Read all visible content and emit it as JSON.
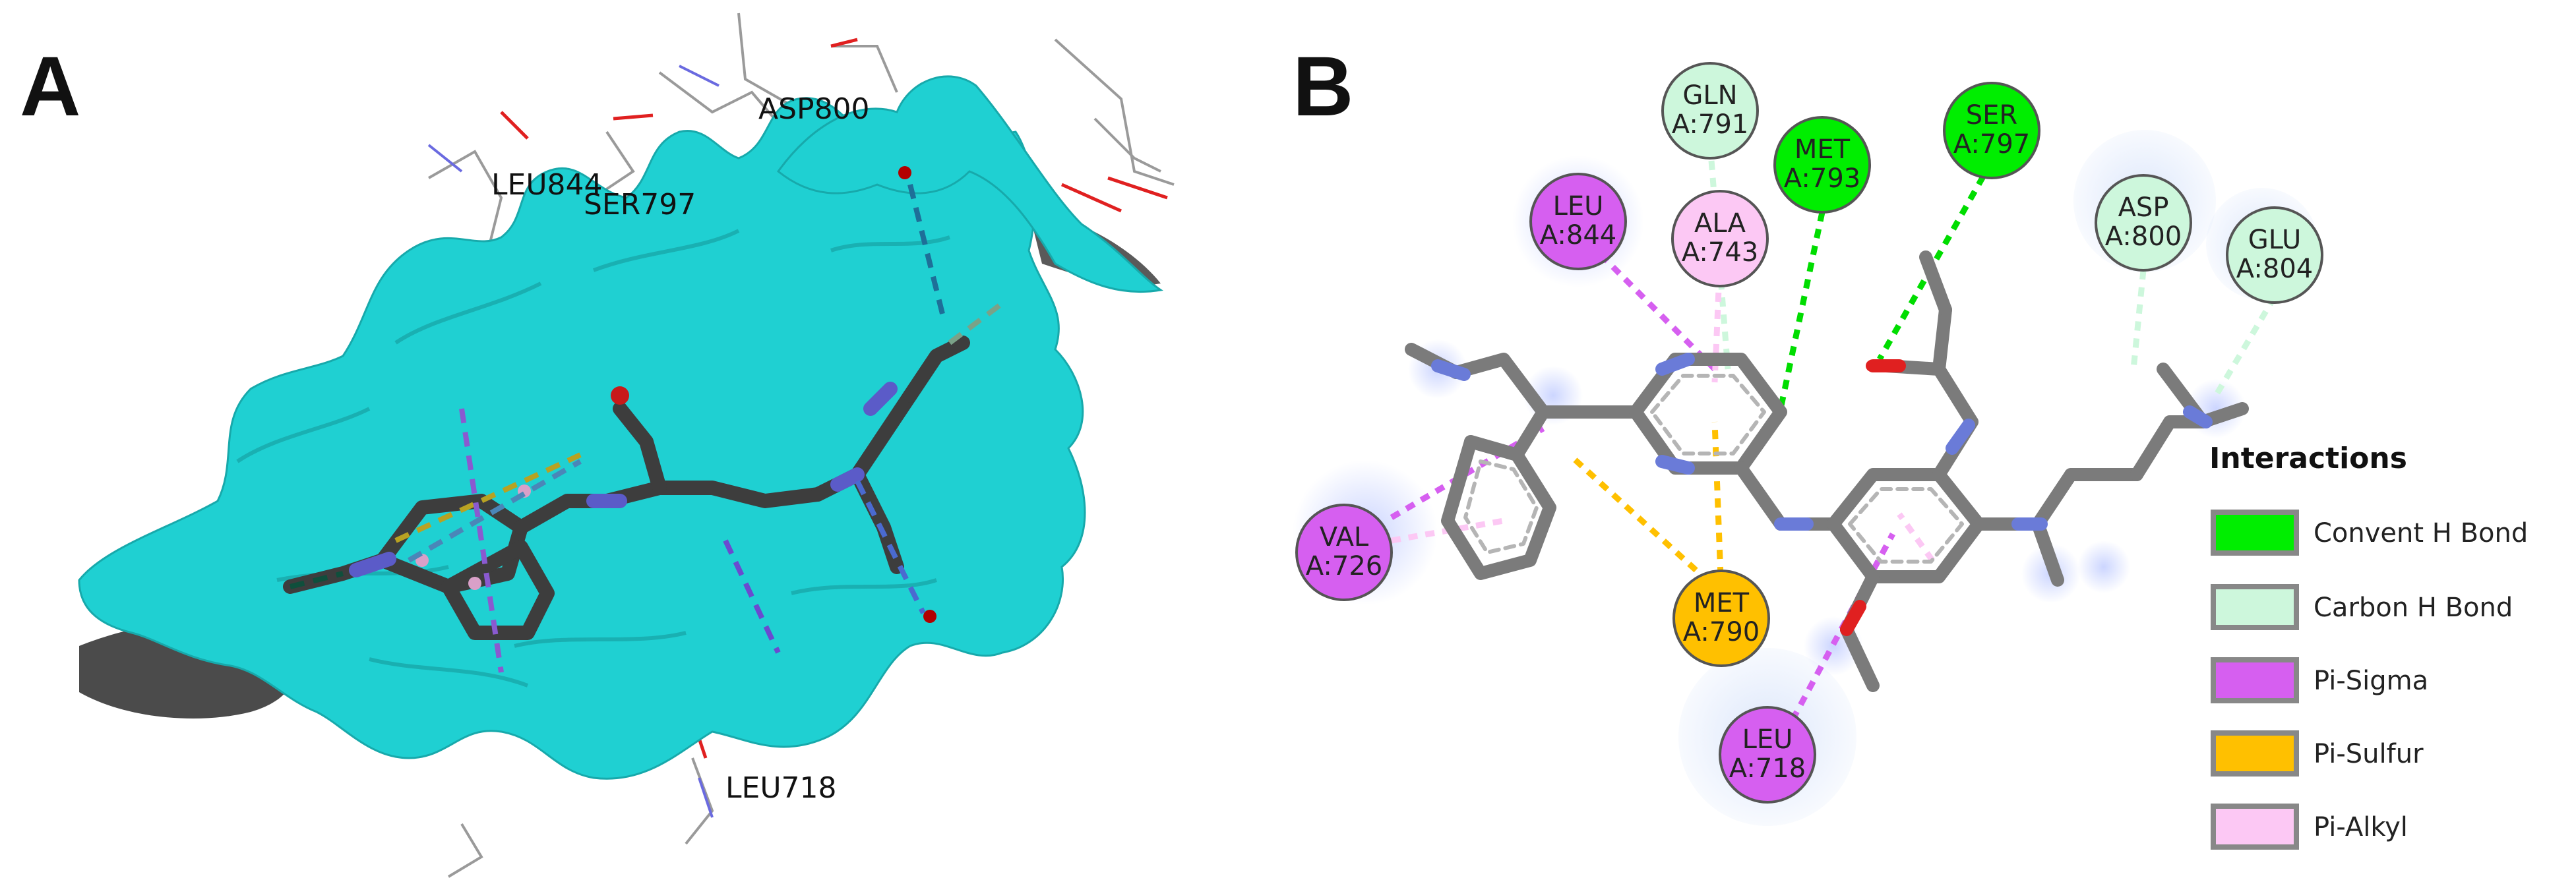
{
  "panel_a": {
    "letter": "A",
    "residue_labels": [
      {
        "id": "asp800",
        "text": "ASP800"
      },
      {
        "id": "leu844",
        "text": "LEU844"
      },
      {
        "id": "ser797",
        "text": "SER797"
      },
      {
        "id": "leu718",
        "text": "LEU718"
      }
    ]
  },
  "panel_b": {
    "letter": "B",
    "residues": [
      {
        "id": "gln791",
        "name": "GLN",
        "chain": "A:791",
        "type": "carbon_h_bond"
      },
      {
        "id": "met793",
        "name": "MET",
        "chain": "A:793",
        "type": "convent_h_bond"
      },
      {
        "id": "ser797",
        "name": "SER",
        "chain": "A:797",
        "type": "convent_h_bond"
      },
      {
        "id": "leu844",
        "name": "LEU",
        "chain": "A:844",
        "type": "pi_sigma"
      },
      {
        "id": "ala743",
        "name": "ALA",
        "chain": "A:743",
        "type": "pi_alkyl"
      },
      {
        "id": "asp800",
        "name": "ASP",
        "chain": "A:800",
        "type": "carbon_h_bond"
      },
      {
        "id": "glu804",
        "name": "GLU",
        "chain": "A:804",
        "type": "carbon_h_bond"
      },
      {
        "id": "val726",
        "name": "VAL",
        "chain": "A:726",
        "type": "pi_sigma"
      },
      {
        "id": "met790",
        "name": "MET",
        "chain": "A:790",
        "type": "pi_sulfur"
      },
      {
        "id": "leu718",
        "name": "LEU",
        "chain": "A:718",
        "type": "pi_sigma"
      }
    ],
    "legend": {
      "title": "Interactions",
      "items": [
        {
          "label": "Convent H Bond",
          "color": "#00ee00"
        },
        {
          "label": "Carbon H Bond",
          "color": "#cdf7dc"
        },
        {
          "label": "Pi-Sigma",
          "color": "#d65ff0"
        },
        {
          "label": "Pi-Sulfur",
          "color": "#ffc000"
        },
        {
          "label": "Pi-Alkyl",
          "color": "#fcc8f4"
        }
      ]
    }
  },
  "colors": {
    "convent_h_bond": "#00dd00",
    "carbon_h_bond": "#cdf7dc",
    "pi_sigma": "#d65ff0",
    "pi_sulfur": "#ffc000",
    "pi_alkyl": "#fcc8f4",
    "surface": "#1ecfd1",
    "surface_dark": "#4a4a4a"
  }
}
